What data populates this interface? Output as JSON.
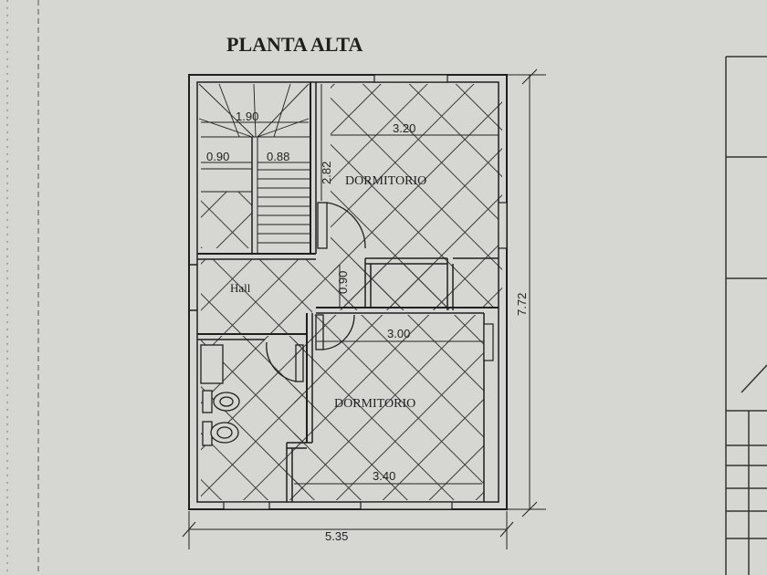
{
  "title": "PLANTA ALTA",
  "rooms": {
    "bedroom_top": "DORMITORIO",
    "bedroom_bottom": "DORMITORIO",
    "hall": "Hall"
  },
  "dimensions": {
    "stair_width": "1.90",
    "stair_left": "0.90",
    "stair_right": "0.88",
    "bedroom_top_width": "3.20",
    "bedroom_top_height": "2.82",
    "door_width": "0.90",
    "bedroom_bottom_width": "3.00",
    "bedroom_bottom_base": "3.40",
    "total_height": "7.72",
    "total_width": "5.35"
  },
  "colors": {
    "background": "#d6d6d3",
    "line": "#1f1f1f"
  }
}
